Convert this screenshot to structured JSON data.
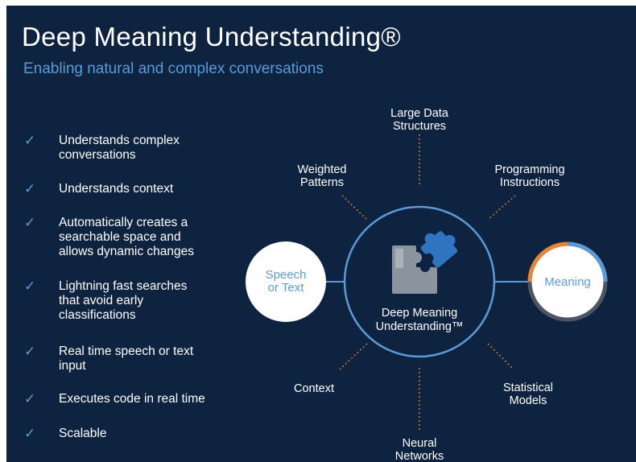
{
  "header": {
    "title": "Deep Meaning Understanding®",
    "subtitle": "Enabling natural and complex conversations"
  },
  "features": {
    "check_glyph": "✓",
    "items": [
      "Understands complex\nconversations",
      "Understands context",
      "Automatically creates a\nsearchable space and\nallows dynamic changes",
      "Lightning fast searches\nthat avoid early\nclassifications",
      "Real time speech or text\ninput",
      "Executes code in real time",
      "Scalable"
    ]
  },
  "diagram": {
    "center_label": "Deep Meaning\nUnderstanding™",
    "input_label": "Speech\nor Text",
    "output_label": "Meaning",
    "spokes": {
      "top": "Large Data\nStructures",
      "top_left": "Weighted\nPatterns",
      "top_right": "Programming\nInstructions",
      "bottom_left": "Context",
      "bottom_right": "Statistical\nModels",
      "bottom": "Neural\nNetworks"
    },
    "center_icon": "puzzle-pieces-icon"
  },
  "colors": {
    "background": "#0e2340",
    "accent_blue": "#5b9bd5",
    "ring_orange": "#e8862f",
    "ring_gray": "#4d5562",
    "spoke_orange": "#d07a2c",
    "puzzle_gray": "#8a939e",
    "puzzle_blue": "#2f74c0"
  }
}
